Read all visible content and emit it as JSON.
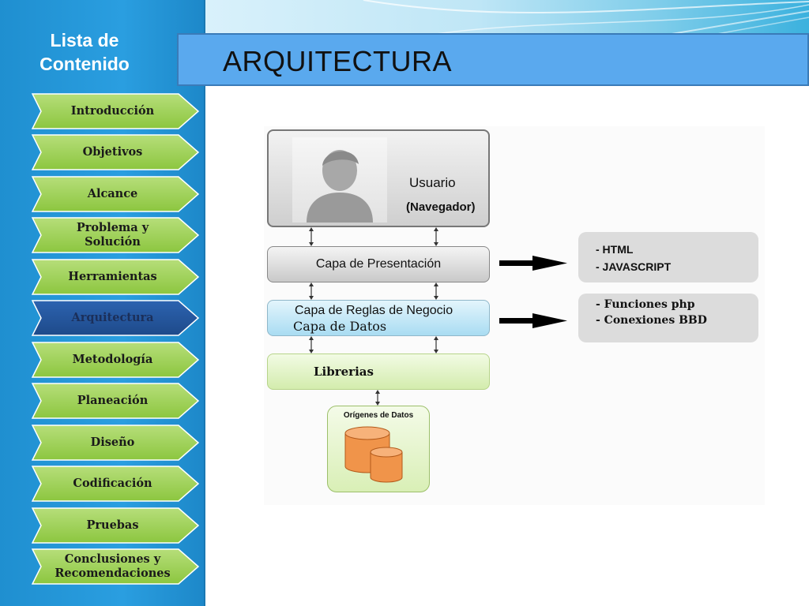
{
  "sidebar": {
    "title": "Lista  de\nContenido",
    "items": [
      {
        "label": "Introducción",
        "active": false
      },
      {
        "label": "Objetivos",
        "active": false
      },
      {
        "label": "Alcance",
        "active": false
      },
      {
        "label": "Problema y\nSolución",
        "active": false
      },
      {
        "label": "Herramientas",
        "active": false
      },
      {
        "label": "Arquitectura",
        "active": true
      },
      {
        "label": "Metodología",
        "active": false
      },
      {
        "label": "Planeación",
        "active": false
      },
      {
        "label": "Diseño",
        "active": false
      },
      {
        "label": "Codificación",
        "active": false
      },
      {
        "label": "Pruebas",
        "active": false
      },
      {
        "label": "Conclusiones y\nRecomendaciones",
        "active": false
      }
    ]
  },
  "header": {
    "title": "ARQUITECTURA"
  },
  "diagram": {
    "user_label": "Usuario",
    "user_sub": "(Navegador)",
    "presentation_label": "Capa de Presentación",
    "rules_label": "Capa de Reglas de Negocio",
    "data_label": "Capa de Datos",
    "libraries_label": "Librerias",
    "sources_label": "Orígenes de Datos",
    "presentation_notes": [
      "- HTML",
      "- JAVASCRIPT"
    ],
    "rules_notes": [
      "- Funciones php",
      "- Conexiones BBD"
    ]
  },
  "colors": {
    "nav_green": "#8cc63f",
    "nav_active": "#1e4a8a",
    "sidebar_blue": "#2a9ee0",
    "header_blue": "#5aa9ee",
    "cylinder_orange": "#f0944a"
  }
}
